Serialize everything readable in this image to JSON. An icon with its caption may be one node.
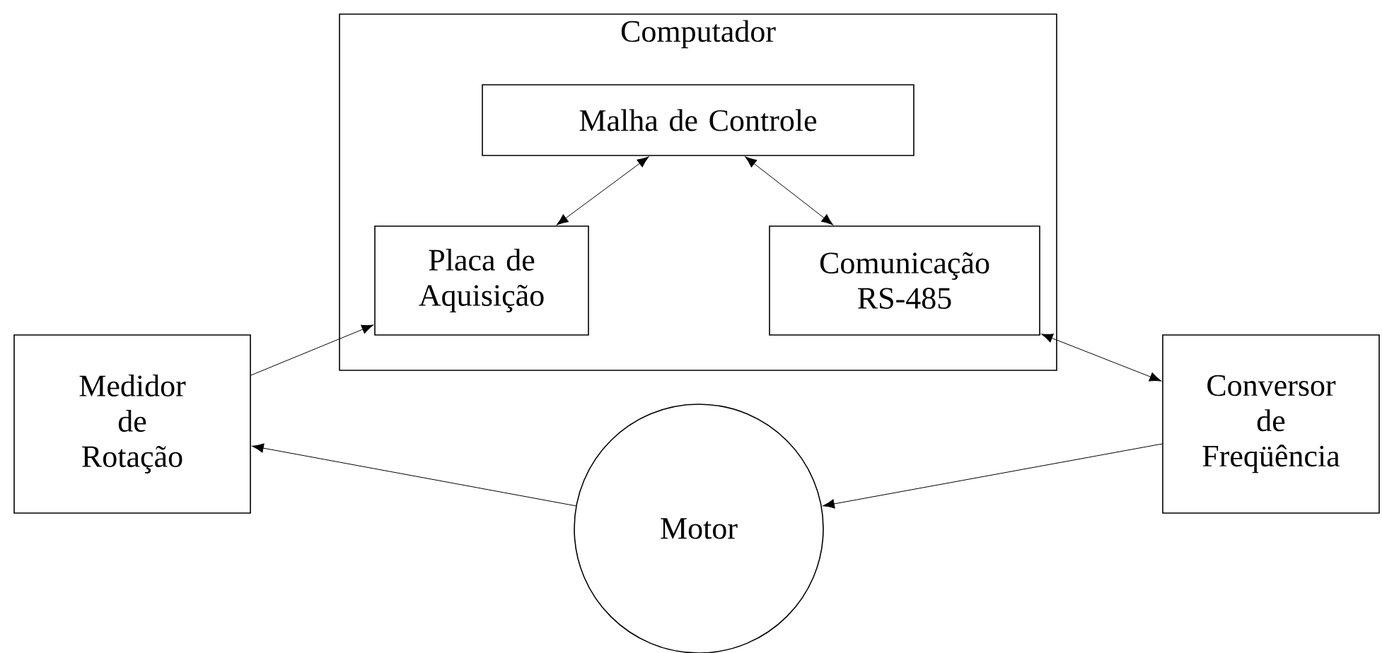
{
  "diagram": {
    "nodes": [
      {
        "text": [
          "Computador"
        ]
      },
      {
        "text": [
          "Malha de Controle"
        ],
        "in": 0
      },
      {
        "text": [
          "Placa de Aquisição"
        ],
        "in": 0
      },
      {
        "text": [
          "Comunicação RS-485"
        ],
        "in": 0
      },
      {
        "text": [
          "Medidor de Rotação"
        ]
      },
      {
        "text": [
          "Conversor de Freqüência"
        ]
      },
      {
        "text": [
          "Motor"
        ]
      }
    ],
    "edges": [
      {
        "from": 1,
        "to": 2,
        "arrow": "both"
      },
      {
        "from": 1,
        "to": 3,
        "arrow": "both"
      },
      {
        "from": 4,
        "to": 2,
        "arrow": "to"
      },
      {
        "from": 3,
        "to": 5,
        "arrow": "both"
      },
      {
        "from": 5,
        "to": 6,
        "arrow": "to"
      },
      {
        "from": 6,
        "to": 4,
        "arrow": "to"
      }
    ]
  }
}
